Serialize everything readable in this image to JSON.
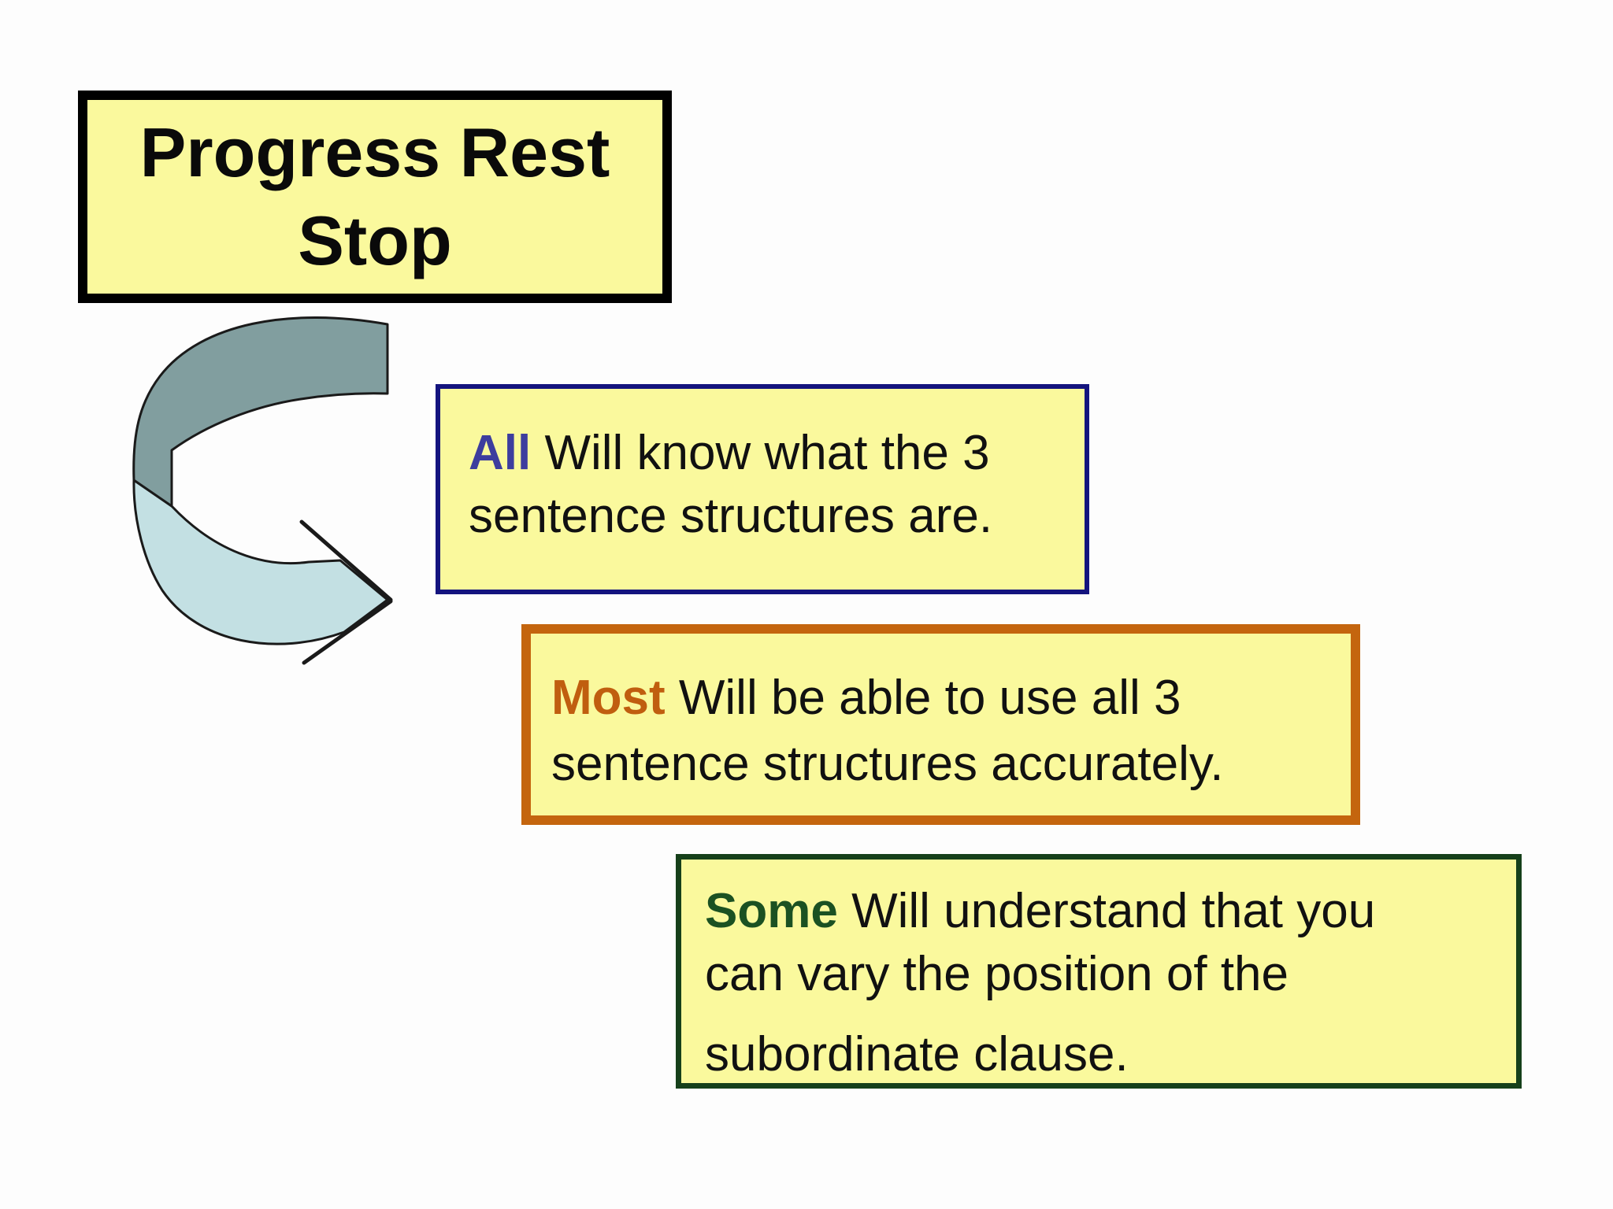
{
  "slide": {
    "background_color": "#FDFDFD",
    "box_fill_color": "#FAF99D",
    "title": {
      "full_text": "Progress Rest Stop",
      "line1": "Progress Rest",
      "line2": "Stop",
      "text_color": "#0A0A0A",
      "border_color": "#000000"
    },
    "arrow": {
      "name": "curved-u-turn-arrow",
      "top_band_color": "#819E9F",
      "bottom_band_color": "#C3E0E3",
      "outline_color": "#1A1A1A"
    },
    "boxes": {
      "all": {
        "keyword": "All",
        "line1": "Will know what the 3",
        "line2": "sentence structures are.",
        "full_text": "All Will know what the 3 sentence structures are.",
        "keyword_color": "#3D3D9E",
        "border_color": "#14147E"
      },
      "most": {
        "keyword": "Most",
        "line1": "Will be able to use all 3",
        "line2": "sentence structures accurately.",
        "full_text": "Most Will be able to use all 3 sentence structures accurately.",
        "keyword_color": "#C05E0F",
        "border_color": "#C4650E"
      },
      "some": {
        "keyword": "Some",
        "line1": "Will understand that you",
        "line2": "can vary the position of the",
        "line3": "subordinate clause.",
        "full_text": "Some Will understand that you can vary the position of the subordinate clause.",
        "keyword_color": "#1B5122",
        "border_color": "#16401A"
      }
    }
  }
}
